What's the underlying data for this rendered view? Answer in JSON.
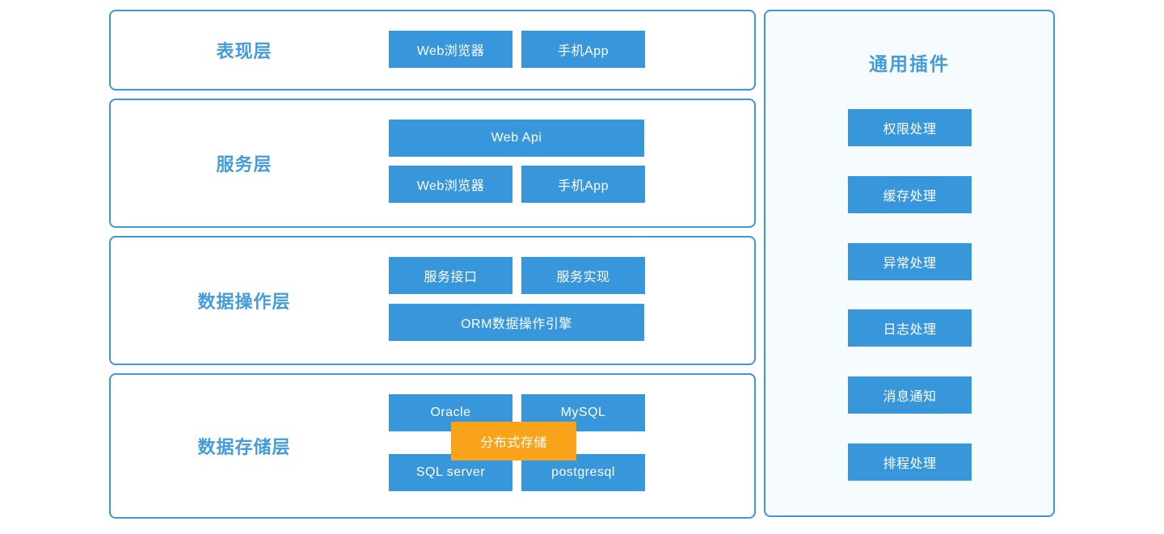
{
  "palette": {
    "node_blue": "#3797da",
    "border_blue": "#3e97d6",
    "title_blue": "#459cdb",
    "overlay_orange": "#f9a31b",
    "panel_bg": "#f6fbfe",
    "node_text": "#ffffff"
  },
  "layers": [
    {
      "title": "表现层",
      "rows": [
        [
          "Web浏览器",
          "手机App"
        ]
      ]
    },
    {
      "title": "服务层",
      "rows": [
        [
          "Web Api"
        ],
        [
          "Web浏览器",
          "手机App"
        ]
      ]
    },
    {
      "title": "数据操作层",
      "rows": [
        [
          "服务接口",
          "服务实现"
        ],
        [
          "ORM数据操作引擎"
        ]
      ]
    },
    {
      "title": "数据存储层",
      "rows": [
        [
          "Oracle",
          "MySQL"
        ],
        [
          "SQL server",
          "postgresql"
        ]
      ],
      "overlay": "分布式存储"
    }
  ],
  "plugins_panel": {
    "title": "通用插件",
    "items": [
      "权限处理",
      "缓存处理",
      "异常处理",
      "日志处理",
      "消息通知",
      "排程处理"
    ]
  }
}
